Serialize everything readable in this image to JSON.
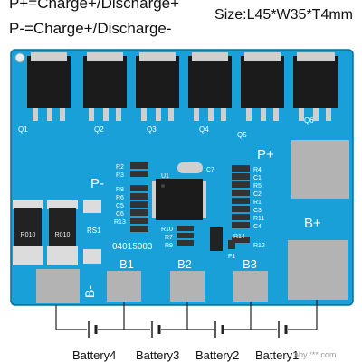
{
  "header": {
    "legend_p_plus": "P+=Charge+/Discharge+",
    "legend_p_minus": "P-=Charge+/Discharge-",
    "size": "Size:L45*W35*T4mm"
  },
  "board": {
    "transistors": [
      "Q1",
      "Q2",
      "Q3",
      "Q4",
      "Q5",
      "Q6"
    ],
    "pad_labels": {
      "p_plus": "P+",
      "p_minus": "P-",
      "b_plus": "B+",
      "b_minus": "B-",
      "b1": "B1",
      "b2": "B2",
      "b3": "B3"
    },
    "resistor_marking": "R010",
    "rs1": "RS1",
    "serial": "04015003",
    "left_components": [
      "R2",
      "R3",
      "R8",
      "R6",
      "C5",
      "C6",
      "R13"
    ],
    "right_components": [
      "R4",
      "C1",
      "R5",
      "C2",
      "R1",
      "C3",
      "R11",
      "C4",
      "R12"
    ],
    "center_components": [
      "U1",
      "C7",
      "R10",
      "R7",
      "R9",
      "F1",
      "R14"
    ],
    "colors": {
      "board": "#1aa0d8",
      "pad": "#b3b3b3",
      "chip": "#1b1b1b",
      "text": "#ffffff"
    }
  },
  "batteries": {
    "labels": [
      "Battery4",
      "Battery3",
      "Battery2",
      "Battery1"
    ]
  },
  "watermark": "aby.***.com"
}
